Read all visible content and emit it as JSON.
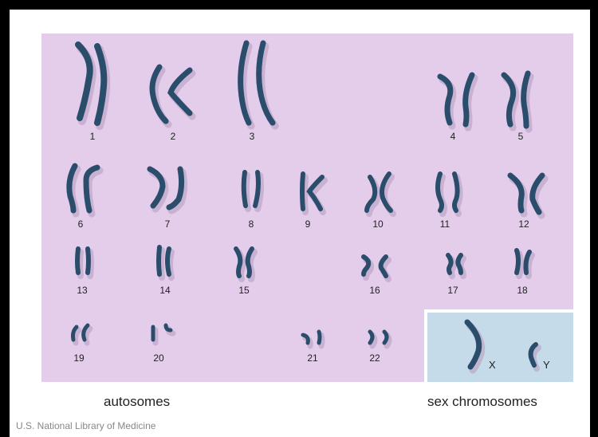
{
  "autosomes": [
    {
      "label": "1"
    },
    {
      "label": "2"
    },
    {
      "label": "3"
    },
    {
      "label": "4"
    },
    {
      "label": "5"
    },
    {
      "label": "6"
    },
    {
      "label": "7"
    },
    {
      "label": "8"
    },
    {
      "label": "9"
    },
    {
      "label": "10"
    },
    {
      "label": "11"
    },
    {
      "label": "12"
    },
    {
      "label": "13"
    },
    {
      "label": "14"
    },
    {
      "label": "15"
    },
    {
      "label": "16"
    },
    {
      "label": "17"
    },
    {
      "label": "18"
    },
    {
      "label": "19"
    },
    {
      "label": "20"
    },
    {
      "label": "21"
    },
    {
      "label": "22"
    }
  ],
  "sex_chromosomes": [
    {
      "label": "X"
    },
    {
      "label": "Y"
    }
  ],
  "captions": {
    "autosomes": "autosomes",
    "sex": "sex chromosomes"
  },
  "credit": "U.S. National Library of Medicine",
  "colors": {
    "karyotype_background": "#e3cdea",
    "sex_background": "#c6dbe9",
    "chromosome": "#2a4d6c",
    "chromosome_shadow": "#b79fbf"
  }
}
